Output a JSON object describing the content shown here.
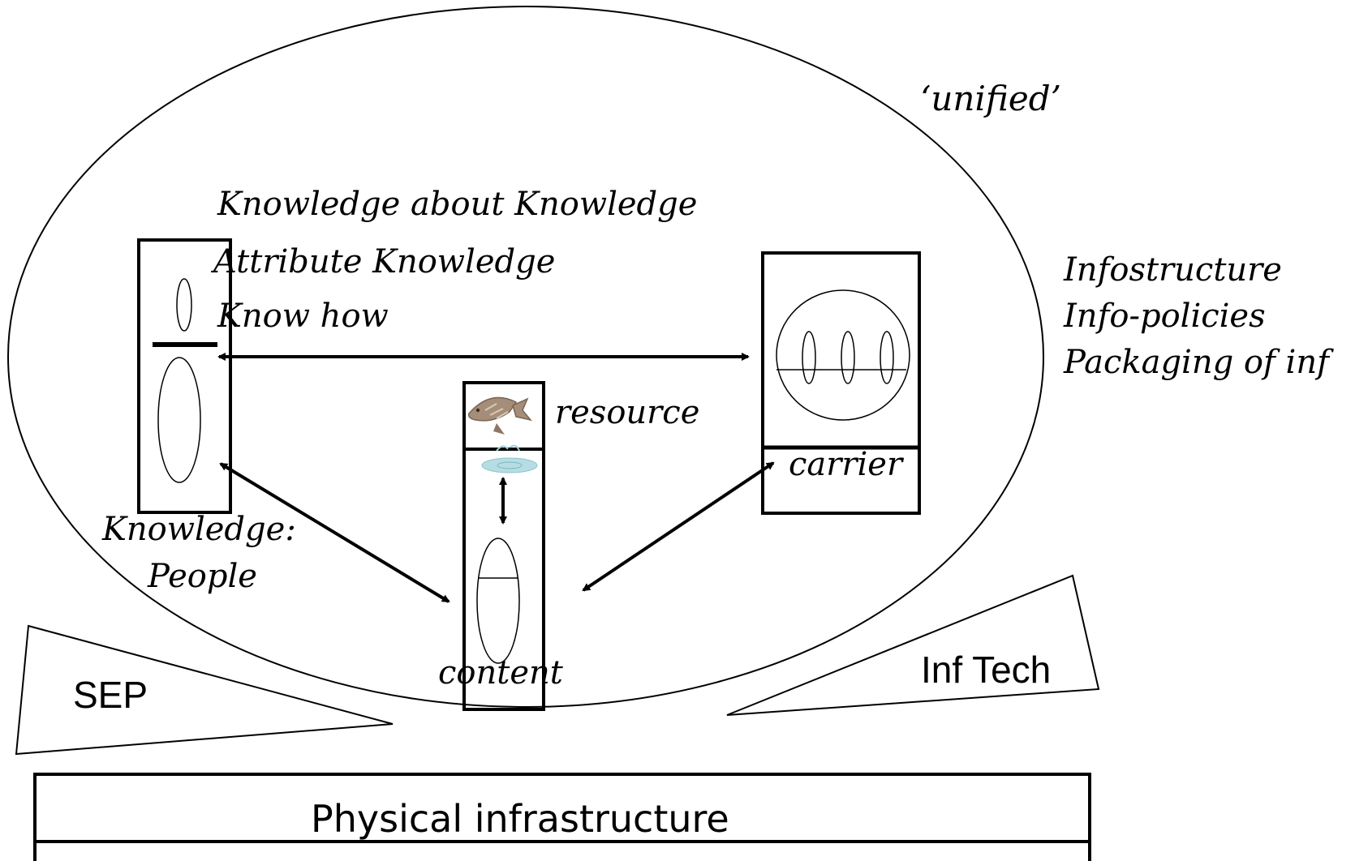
{
  "labels": {
    "unified": "‘unified’",
    "knowledge_about_knowledge": "Knowledge about Knowledge",
    "attribute_knowledge": "Attribute Knowledge",
    "know_how": "Know how",
    "knowledge": "Knowledge:",
    "people": "People",
    "resource": "resource",
    "carrier": "carrier",
    "content": "content",
    "infostructure": "Infostructure",
    "info_policies": "Info-policies",
    "packaging": "Packaging of inf",
    "sep": "SEP",
    "inf_tech": "Inf Tech",
    "physical_infrastructure": "Physical infrastructure"
  },
  "icons": {
    "resource": "fish-leaping-from-water-icon"
  },
  "colors": {
    "stroke": "#000000",
    "fish_body": "#a58e79",
    "water": "#b6dde3"
  }
}
